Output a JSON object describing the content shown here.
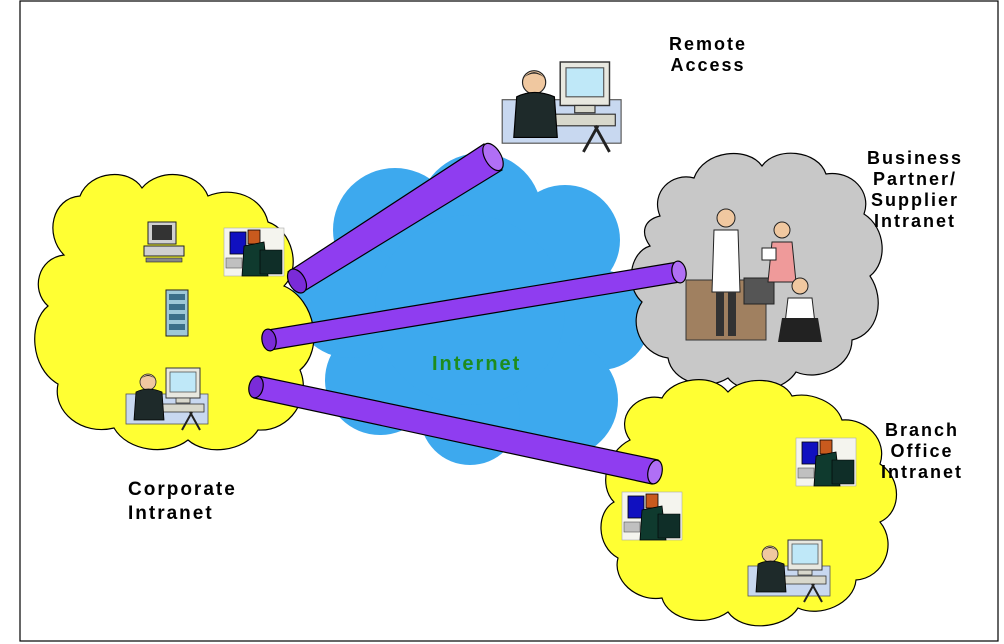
{
  "labels": {
    "remote_access": [
      "Remote",
      "Access"
    ],
    "business_partner": [
      "Business",
      "Partner/",
      "Supplier",
      "Intranet"
    ],
    "internet": "Internet",
    "branch_office": [
      "Branch",
      "Office",
      "Intranet"
    ],
    "corporate_intranet": [
      "Corporate",
      "Intranet"
    ]
  },
  "colors": {
    "intranet_cloud": "#ffff33",
    "partner_cloud": "#c8c8c8",
    "internet_cloud": "#3da9ee",
    "tunnel": "#8f3df0",
    "internet_text": "#1e8c1e"
  },
  "icons": {
    "remote_user": "person-at-computer-icon",
    "partner_meeting": "office-meeting-icon",
    "corporate_users": "users-at-computers-icon",
    "branch_users": "users-at-computers-icon"
  }
}
